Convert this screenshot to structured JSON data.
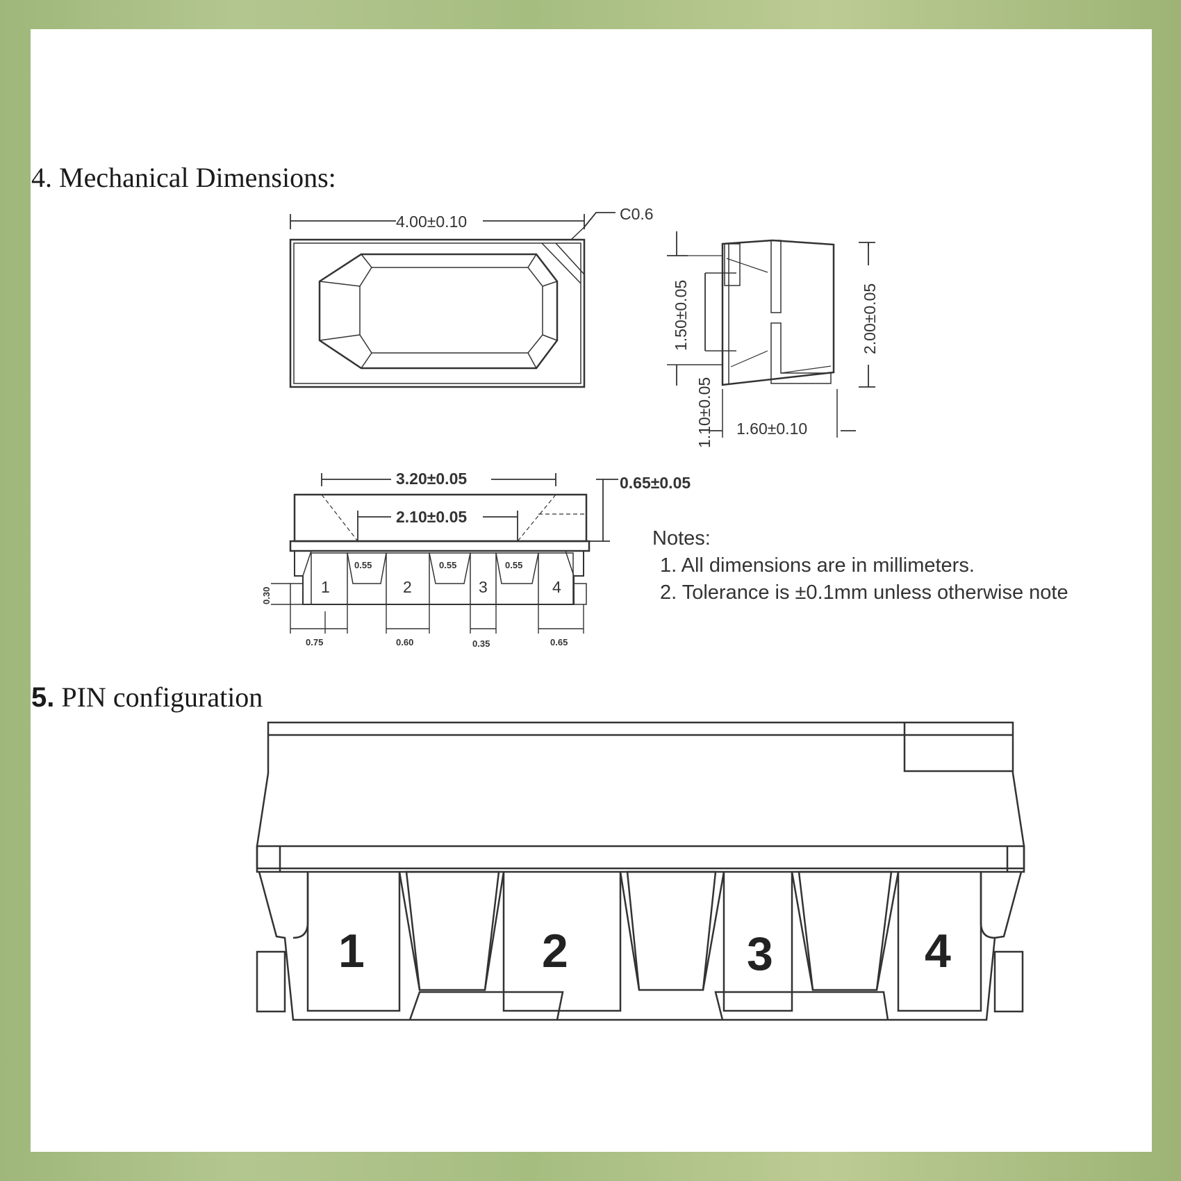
{
  "sections": {
    "mech_number": "4.",
    "mech_title": "Mechanical Dimensions:",
    "pin_number": "5.",
    "pin_title": "PIN configuration"
  },
  "dimensions": {
    "top_width": "4.00±0.10",
    "chamfer": "C0.6",
    "side_height_inner": "1.50±0.05",
    "side_height_total": "2.00±0.05",
    "side_lead": "1.10±0.05",
    "side_depth": "1.60±0.10",
    "front_width": "3.20±0.05",
    "front_inner": "2.10±0.05",
    "front_height": "0.65±0.05",
    "pad_gap_1": "0.55",
    "pad_gap_2": "0.55",
    "pad_gap_3": "0.55",
    "lead_height": "0.30",
    "pad_1": "0.75",
    "pad_2": "0.60",
    "pad_3": "0.35",
    "pad_4": "0.65"
  },
  "pins": {
    "small": [
      "1",
      "2",
      "3",
      "4"
    ],
    "large": [
      "1",
      "2",
      "3",
      "4"
    ]
  },
  "notes": {
    "title": "Notes:",
    "items": [
      "1. All dimensions are in millimeters.",
      "2. Tolerance is ±0.1mm unless otherwise note"
    ]
  }
}
